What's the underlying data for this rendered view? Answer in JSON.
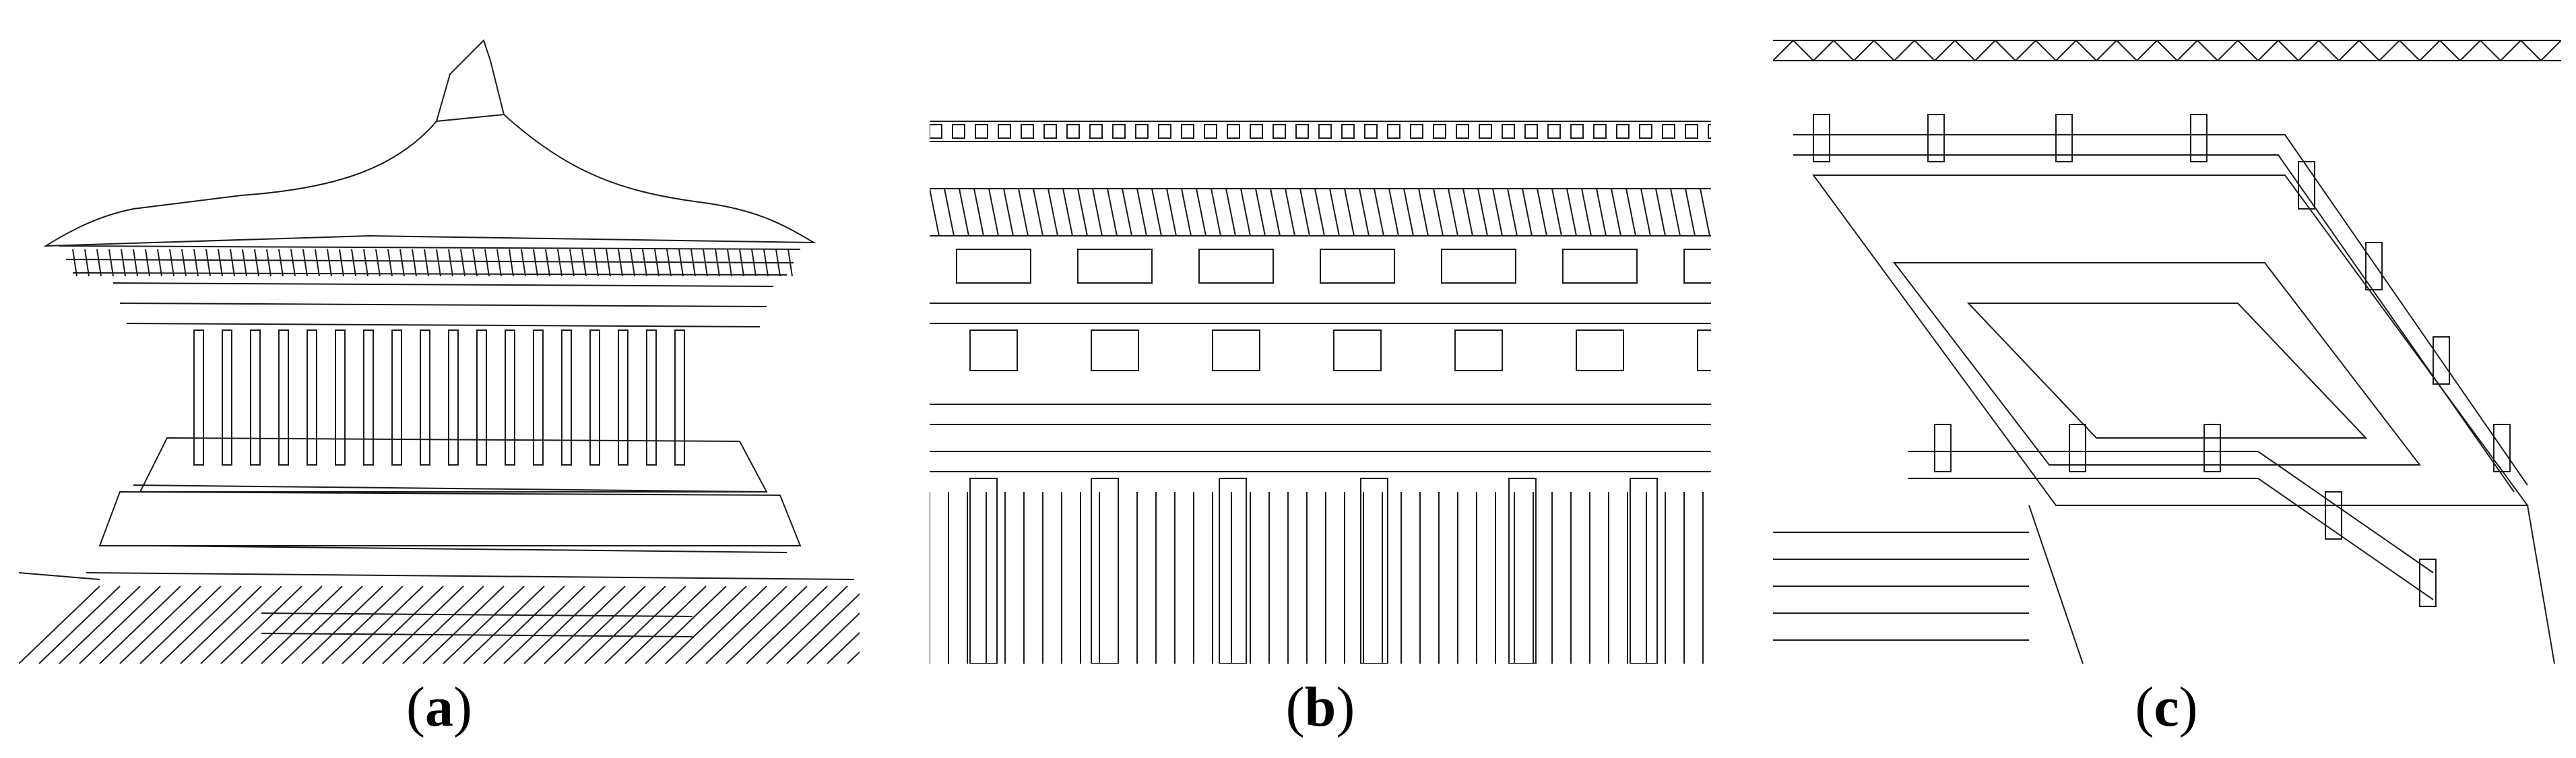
{
  "figure": {
    "panels": [
      {
        "id": "a",
        "caption_letter": "a"
      },
      {
        "id": "b",
        "caption_letter": "b"
      },
      {
        "id": "c",
        "caption_letter": "c"
      }
    ],
    "caption_open": "(",
    "caption_close": ")",
    "line_color": "#1a1a1a"
  }
}
